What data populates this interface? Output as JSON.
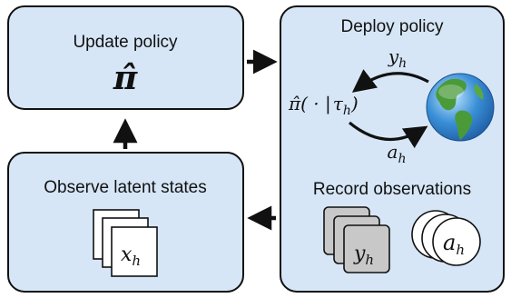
{
  "update_box": {
    "title": "Update policy",
    "symbol": "π̂"
  },
  "observe_box": {
    "title": "Observe latent states",
    "card_label_base": "x",
    "card_label_sub": "h"
  },
  "deploy_box": {
    "title": "Deploy policy",
    "record_title": "Record observations",
    "top_arrow_base": "y",
    "top_arrow_sub": "h",
    "bottom_arrow_base": "a",
    "bottom_arrow_sub": "h",
    "policy_expr_pre": "π̂( · |",
    "policy_expr_tau": "τ",
    "policy_expr_sub": "h",
    "policy_expr_post": ")",
    "obs_card_base": "y",
    "obs_card_sub": "h",
    "action_disc_base": "a",
    "action_disc_sub": "h"
  },
  "colors": {
    "box_fill": "#d6e6f7",
    "box_stroke": "#111111",
    "card_gray": "#c8c8c8",
    "ocean": "#3a8fd6",
    "land": "#4a9a3a"
  },
  "icons": [
    "globe-icon",
    "arrow-icon"
  ]
}
